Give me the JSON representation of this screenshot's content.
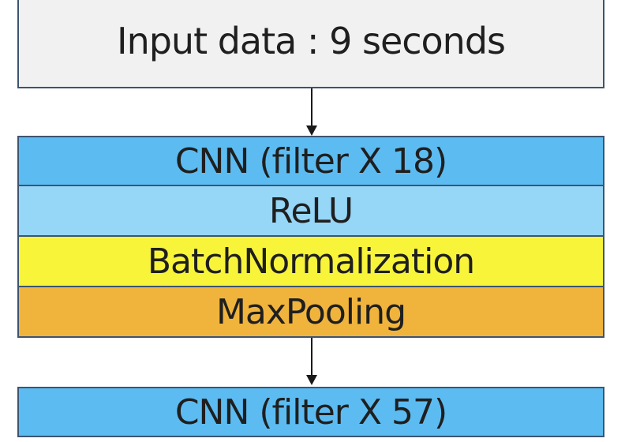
{
  "diagram": {
    "input_label": "Input data : 9 seconds",
    "block1": {
      "cnn_label": "CNN (filter X 18)",
      "relu_label": "ReLU",
      "batchnorm_label": "BatchNormalization",
      "maxpool_label": "MaxPooling"
    },
    "block2": {
      "cnn_label": "CNN (filter X 57)"
    }
  },
  "colors": {
    "input_bg": "#f1f1f1",
    "cnn": "#5cbcf2",
    "relu": "#96d6f7",
    "batchnorm": "#f8f43a",
    "maxpool": "#f0b43d",
    "border": "#3d5470",
    "arrow": "#1a1a1a"
  }
}
